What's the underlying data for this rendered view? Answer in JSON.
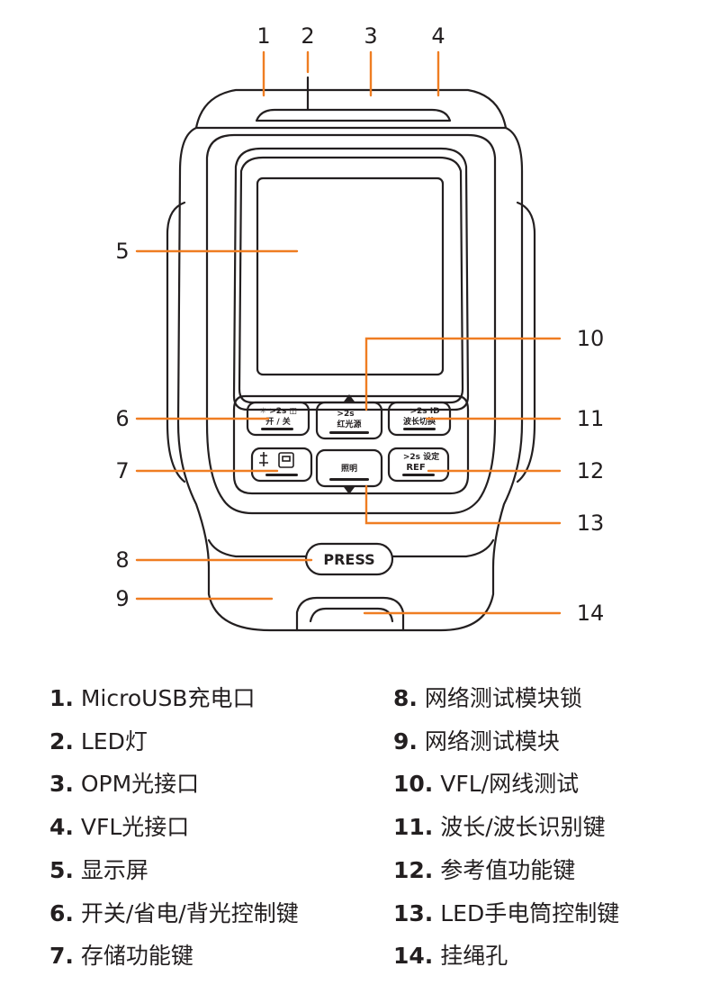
{
  "device": {
    "press_button_label": "PRESS",
    "keys": {
      "power": {
        "top": "☼  >2s ◫",
        "bottom": "开 / 关"
      },
      "red_light": {
        "top": ">2s",
        "bottom": "红光源"
      },
      "wavelength": {
        "top": ">2s ID",
        "bottom": "波长切换"
      },
      "storage": {
        "top": "",
        "bottom": ""
      },
      "flashlight": {
        "top": "",
        "bottom": "照明"
      },
      "ref": {
        "top": ">2s 设定",
        "bottom": "REF"
      }
    }
  },
  "callouts": [
    "1",
    "2",
    "3",
    "4",
    "5",
    "6",
    "7",
    "8",
    "9",
    "10",
    "11",
    "12",
    "13",
    "14"
  ],
  "legend": {
    "left": [
      {
        "num": "1.",
        "text": "MicroUSB充电口"
      },
      {
        "num": "2.",
        "text": "LED灯"
      },
      {
        "num": "3.",
        "text": "OPM光接口"
      },
      {
        "num": "4.",
        "text": "VFL光接口"
      },
      {
        "num": "5.",
        "text": "显示屏"
      },
      {
        "num": "6.",
        "text": "开关/省电/背光控制键"
      },
      {
        "num": "7.",
        "text": "存储功能键"
      }
    ],
    "right": [
      {
        "num": "8.",
        "text": "网络测试模块锁"
      },
      {
        "num": "9.",
        "text": "网络测试模块"
      },
      {
        "num": "10.",
        "text": "VFL/网线测试"
      },
      {
        "num": "11.",
        "text": "波长/波长识别键"
      },
      {
        "num": "12.",
        "text": "参考值功能键"
      },
      {
        "num": "13.",
        "text": "LED手电筒控制键"
      },
      {
        "num": "14.",
        "text": "挂绳孔"
      }
    ]
  },
  "colors": {
    "leader": "#ef7d22",
    "outline": "#231f20",
    "background": "#ffffff"
  }
}
